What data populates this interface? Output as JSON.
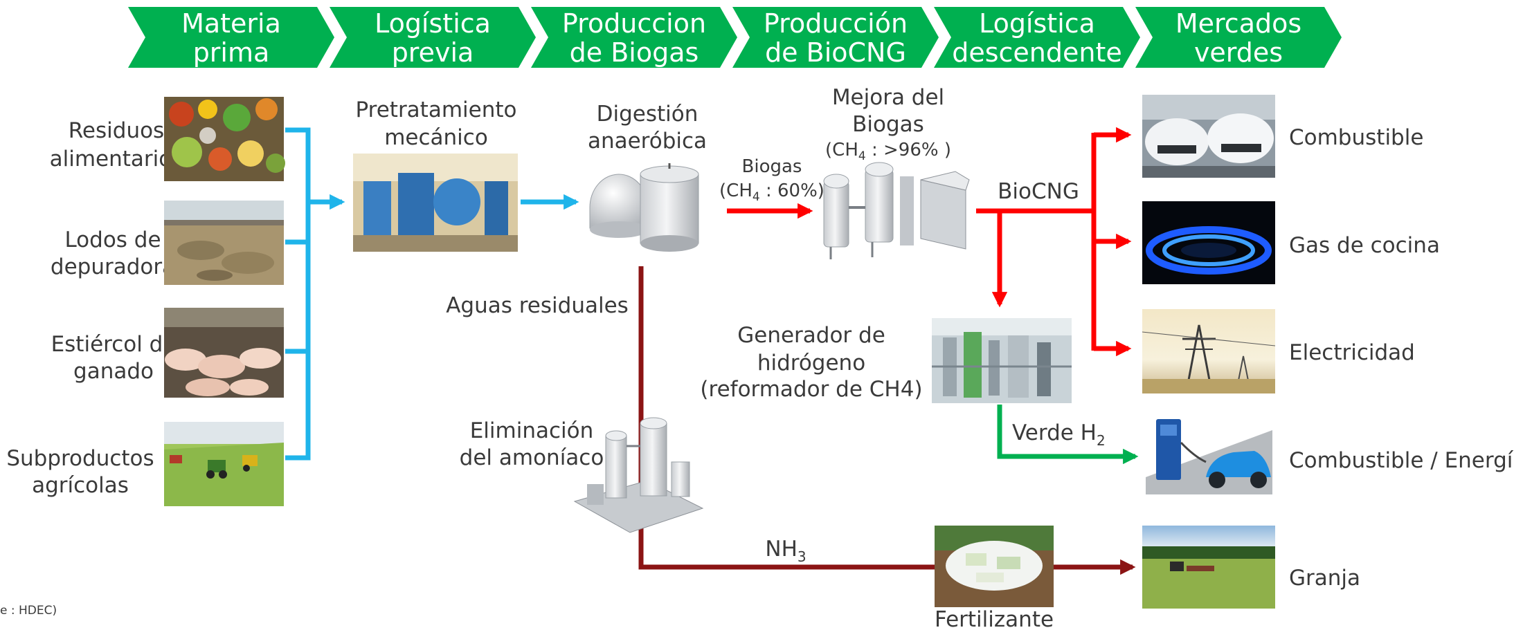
{
  "stages": [
    {
      "line1": "Materia",
      "line2": "prima"
    },
    {
      "line1": "Logística",
      "line2": "previa"
    },
    {
      "line1": "Produccion",
      "line2": "de Biogas"
    },
    {
      "line1": "Producción",
      "line2": "de BioCNG"
    },
    {
      "line1": "Logística",
      "line2": "descendente"
    },
    {
      "line1": "Mercados",
      "line2": "verdes"
    }
  ],
  "feedstocks": [
    {
      "line1": "Residuos",
      "line2": "alimentarios",
      "image": "food-waste-photo"
    },
    {
      "line1": "Lodos de",
      "line2": "depuradora",
      "image": "sewage-sludge-photo"
    },
    {
      "line1": "Estiércol de",
      "line2": "ganado",
      "image": "livestock-pigs-photo"
    },
    {
      "line1": "Subproductos",
      "line2": "agrícolas",
      "image": "agricultural-field-photo"
    }
  ],
  "pretreatment": {
    "line1": "Pretratamiento",
    "line2": "mecánico"
  },
  "digestion": {
    "line1": "Digestión",
    "line2": "anaeróbica"
  },
  "biogas": {
    "label": "Biogas",
    "composition_prefix": "(CH",
    "subscript": "4",
    "composition_suffix": " : 60%)"
  },
  "upgrading": {
    "line1": "Mejora del",
    "line2": "Biogas",
    "composition_prefix": "(CH",
    "subscript": "4",
    "composition_suffix": " : >96% )"
  },
  "biocng_label": "BioCNG",
  "wastewater_label": "Aguas residuales",
  "hydrogen_generator": {
    "line1": "Generador de",
    "line2": "hidrógeno",
    "line3": "(reformador de CH4)"
  },
  "green_h2": {
    "prefix": "Verde H",
    "subscript": "2"
  },
  "ammonia_removal": {
    "line1": "Eliminación",
    "line2": "del amoníaco"
  },
  "nh3": {
    "prefix": "NH",
    "subscript": "3"
  },
  "fertilizer_label": "Fertilizante",
  "markets": [
    {
      "label": "Combustible",
      "image": "cars-photo"
    },
    {
      "label": "Gas de cocina",
      "image": "gas-flame-photo"
    },
    {
      "label": "Electricidad",
      "image": "power-tower-photo"
    },
    {
      "label": "Combustible / Energía",
      "image": "hydrogen-car-illustration"
    },
    {
      "label": "Granja",
      "image": "farm-tractor-photo"
    }
  ],
  "source_note": "e : HDEC)",
  "colors": {
    "stage_green": "#00b050",
    "blue_flow": "#1fb4ea",
    "red_flow": "#ff0000",
    "dark_red_flow": "#8b1414",
    "green_flow": "#00b050",
    "text": "#3a3a3a"
  }
}
